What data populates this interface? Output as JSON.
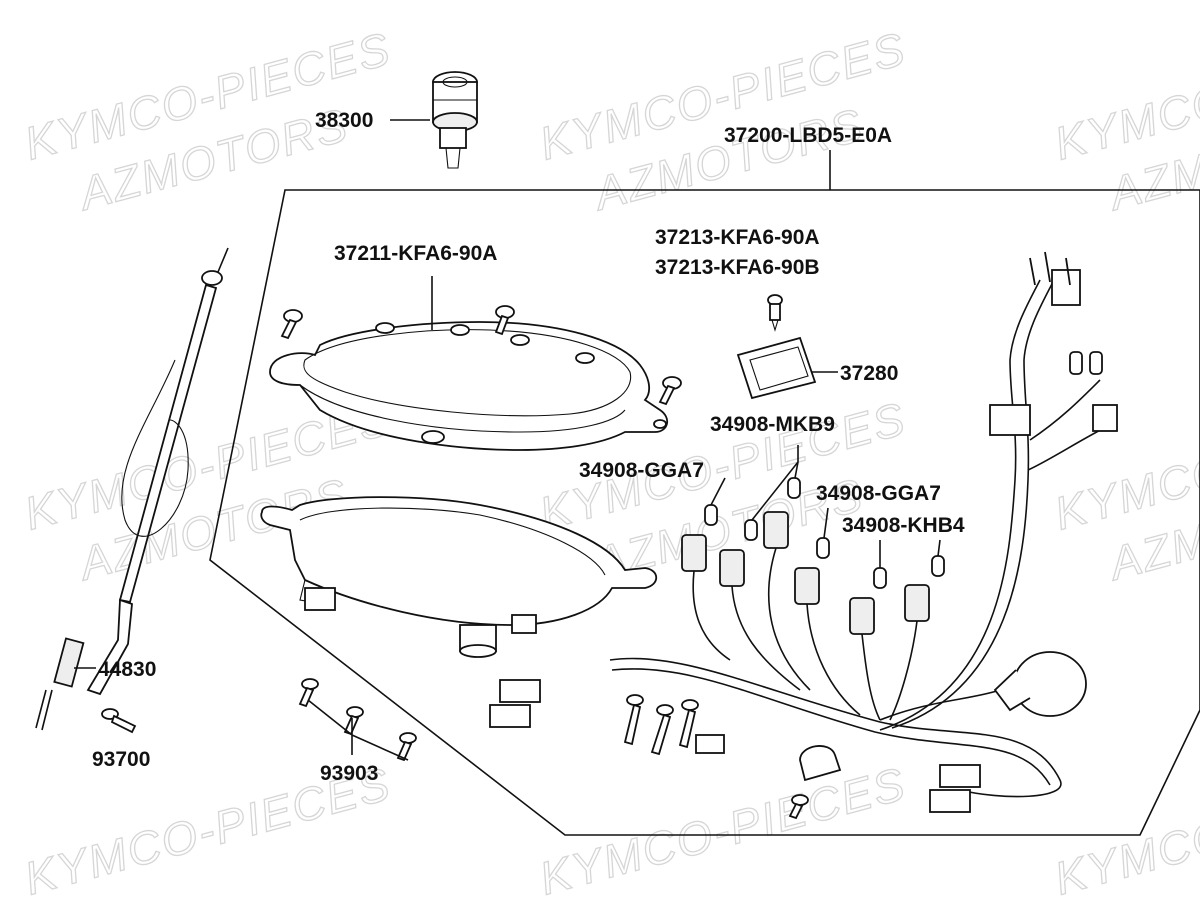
{
  "watermark": {
    "line1": "KYMCO-PIECES",
    "line2": "AZMOTORS"
  },
  "parts": {
    "assembly": "37200-LBD5-E0A",
    "ignition_switch": "38300",
    "meter_cover": "37211-KFA6-90A",
    "screw_a": "37213-KFA6-90A",
    "screw_b": "37213-KFA6-90B",
    "plate": "37280",
    "bulb_mkb9": "34908-MKB9",
    "bulb_gga7_left": "34908-GGA7",
    "bulb_gga7_right": "34908-GGA7",
    "bulb_khb4": "34908-KHB4",
    "cable": "44830",
    "screw_93700": "93700",
    "screw_93903": "93903"
  }
}
